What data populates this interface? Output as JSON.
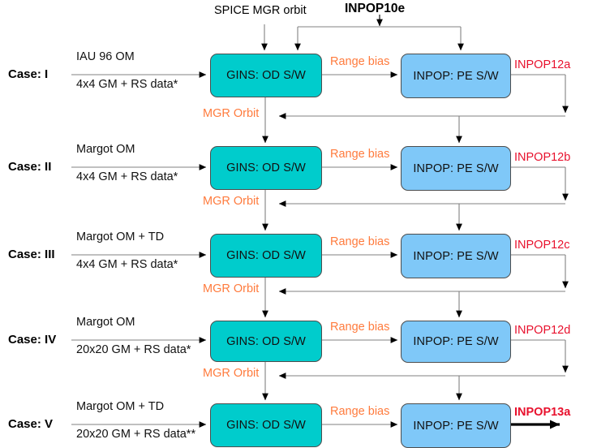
{
  "diagram": {
    "title_inputs": {
      "spice_label": "SPICE MGR orbit",
      "inpop10e_label": "INPOP10e"
    },
    "node_labels": {
      "gins": "GINS: OD S/W",
      "inpop": "INPOP: PE S/W"
    },
    "edge_labels": {
      "range_bias": "Range bias",
      "mgr_orbit": "MGR Orbit"
    },
    "rows": [
      {
        "case": "Case: I",
        "input_top": "IAU 96 OM",
        "input_bottom": "4x4 GM + RS data*",
        "gins": "GINS: OD S/W",
        "range_bias": "Range bias",
        "inpop": "INPOP: PE S/W",
        "output": "INPOP12a",
        "output_bold": false,
        "feedback": "MGR Orbit"
      },
      {
        "case": "Case: II",
        "input_top": "Margot OM",
        "input_bottom": "4x4 GM + RS data*",
        "gins": "GINS: OD S/W",
        "range_bias": "Range bias",
        "inpop": "INPOP: PE S/W",
        "output": "INPOP12b",
        "output_bold": false,
        "feedback": "MGR Orbit"
      },
      {
        "case": "Case: III",
        "input_top": "Margot OM + TD",
        "input_bottom": "4x4 GM + RS data*",
        "gins": "GINS: OD S/W",
        "range_bias": "Range bias",
        "inpop": "INPOP: PE S/W",
        "output": "INPOP12c",
        "output_bold": false,
        "feedback": "MGR Orbit"
      },
      {
        "case": "Case: IV",
        "input_top": "Margot OM",
        "input_bottom": "20x20 GM + RS data*",
        "gins": "GINS: OD S/W",
        "range_bias": "Range bias",
        "inpop": "INPOP: PE S/W",
        "output": "INPOP12d",
        "output_bold": false,
        "feedback": "MGR Orbit"
      },
      {
        "case": "Case: V",
        "input_top": "Margot OM + TD",
        "input_bottom": "20x20 GM + RS data**",
        "gins": "GINS: OD S/W",
        "range_bias": "Range bias",
        "inpop": "INPOP: PE S/W",
        "output": "INPOP13a",
        "output_bold": true,
        "feedback": ""
      }
    ],
    "colors": {
      "gins_box": "#00cccc",
      "inpop_box": "#7fc8f8",
      "edge_label": "#ff7b3d",
      "output_label": "#e8112d",
      "wire": "#808080",
      "box_border": "#4d4d4d"
    }
  }
}
